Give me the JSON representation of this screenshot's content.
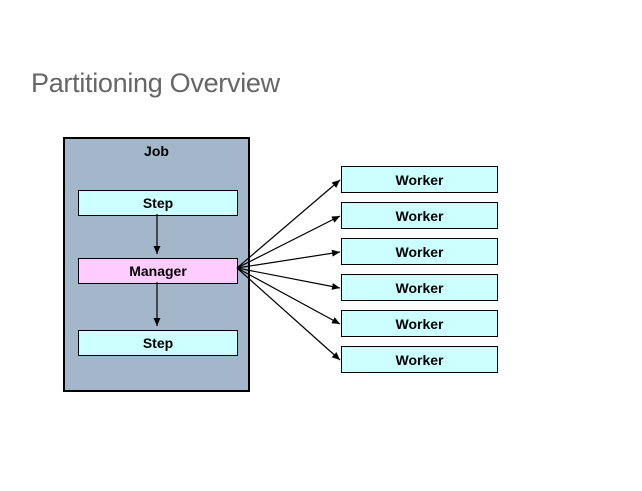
{
  "slide": {
    "title": "Partitioning Overview"
  },
  "diagram": {
    "job": {
      "label": "Job",
      "children": [
        {
          "id": "step-top",
          "label": "Step"
        },
        {
          "id": "manager",
          "label": "Manager"
        },
        {
          "id": "step-bottom",
          "label": "Step"
        }
      ]
    },
    "workers": [
      {
        "label": "Worker"
      },
      {
        "label": "Worker"
      },
      {
        "label": "Worker"
      },
      {
        "label": "Worker"
      },
      {
        "label": "Worker"
      },
      {
        "label": "Worker"
      }
    ]
  },
  "colors": {
    "background": "#FFFFFF",
    "title_text": "#666666",
    "job_fill": "#A4B6CA",
    "step_fill": "#CCFFFF",
    "manager_fill": "#FFCCFF",
    "worker_fill": "#CCFFFF",
    "border": "#000000",
    "arrow": "#000000"
  }
}
